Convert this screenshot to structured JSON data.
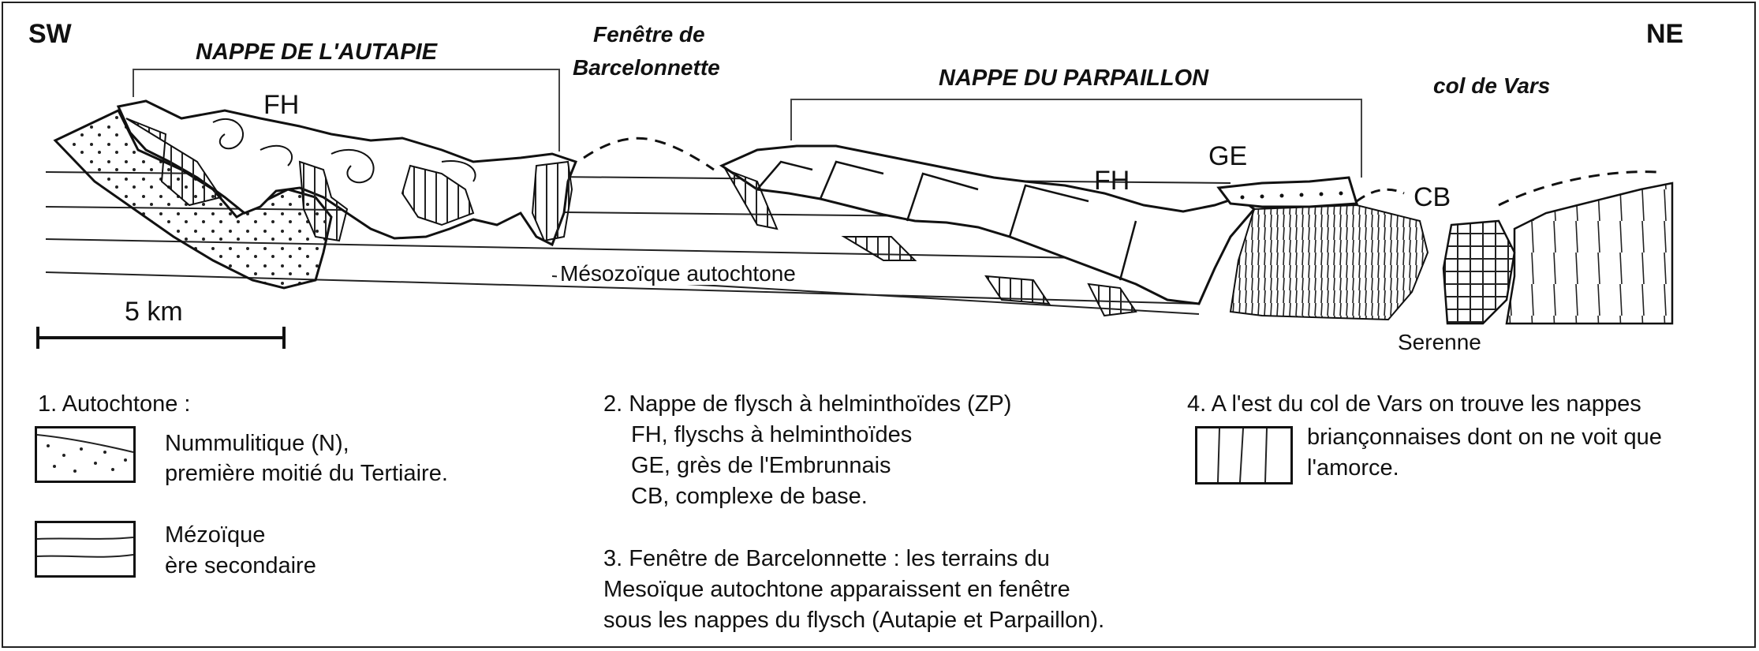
{
  "diagram": {
    "orientation": {
      "left": "SW",
      "right": "NE"
    },
    "region_labels": {
      "autapie": "NAPPE DE L'AUTAPIE",
      "barcelonnette_line1": "Fenêtre de",
      "barcelonnette_line2": "Barcelonnette",
      "parpaillon": "NAPPE DU PARPAILLON",
      "col_de_vars": "col de Vars"
    },
    "unit_labels": {
      "fh_left": "FH",
      "fh_right": "FH",
      "ge": "GE",
      "cb": "CB",
      "mesozoique": "Mésozoïque autochtone",
      "serenne": "Serenne"
    },
    "scale_bar": {
      "label": "5 km"
    }
  },
  "legend": {
    "item1": {
      "heading": "1. Autochtone :",
      "nummulitique_line1": "Nummulitique (N),",
      "nummulitique_line2": "première moitié du Tertiaire.",
      "mesozoique_line1": "Mézoïque",
      "mesozoique_line2": "ère secondaire"
    },
    "item2": {
      "line1": "2. Nappe de flysch à helminthoïdes (ZP)",
      "line2": "FH, flyschs à helminthoïdes",
      "line3": "GE, grès de l'Embrunnais",
      "line4": "CB, complexe de base."
    },
    "item3": {
      "line1": "3. Fenêtre de Barcelonnette : les terrains du",
      "line2": "Mesoïque autochtone apparaissent en fenêtre",
      "line3": "sous les nappes du flysch (Autapie et Parpaillon)."
    },
    "item4": {
      "line1": "4. A l'est du col de Vars on trouve les nappes",
      "line2": "briançonnaises dont on ne voit que",
      "line3": "l'amorce."
    }
  }
}
